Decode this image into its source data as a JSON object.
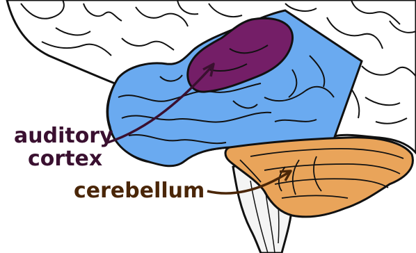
{
  "labels": {
    "auditory_line1": "auditory",
    "auditory_line2": "cortex",
    "cerebellum": "cerebellum"
  },
  "colors": {
    "temporal_lobe": "#6aaaf0",
    "auditory_cortex": "#741e67",
    "cerebellum": "#e9a45a",
    "outline": "#111111",
    "auditory_label": "#3a1030",
    "cerebellum_label": "#4a2608",
    "brainstem": "#f4f4f4"
  }
}
